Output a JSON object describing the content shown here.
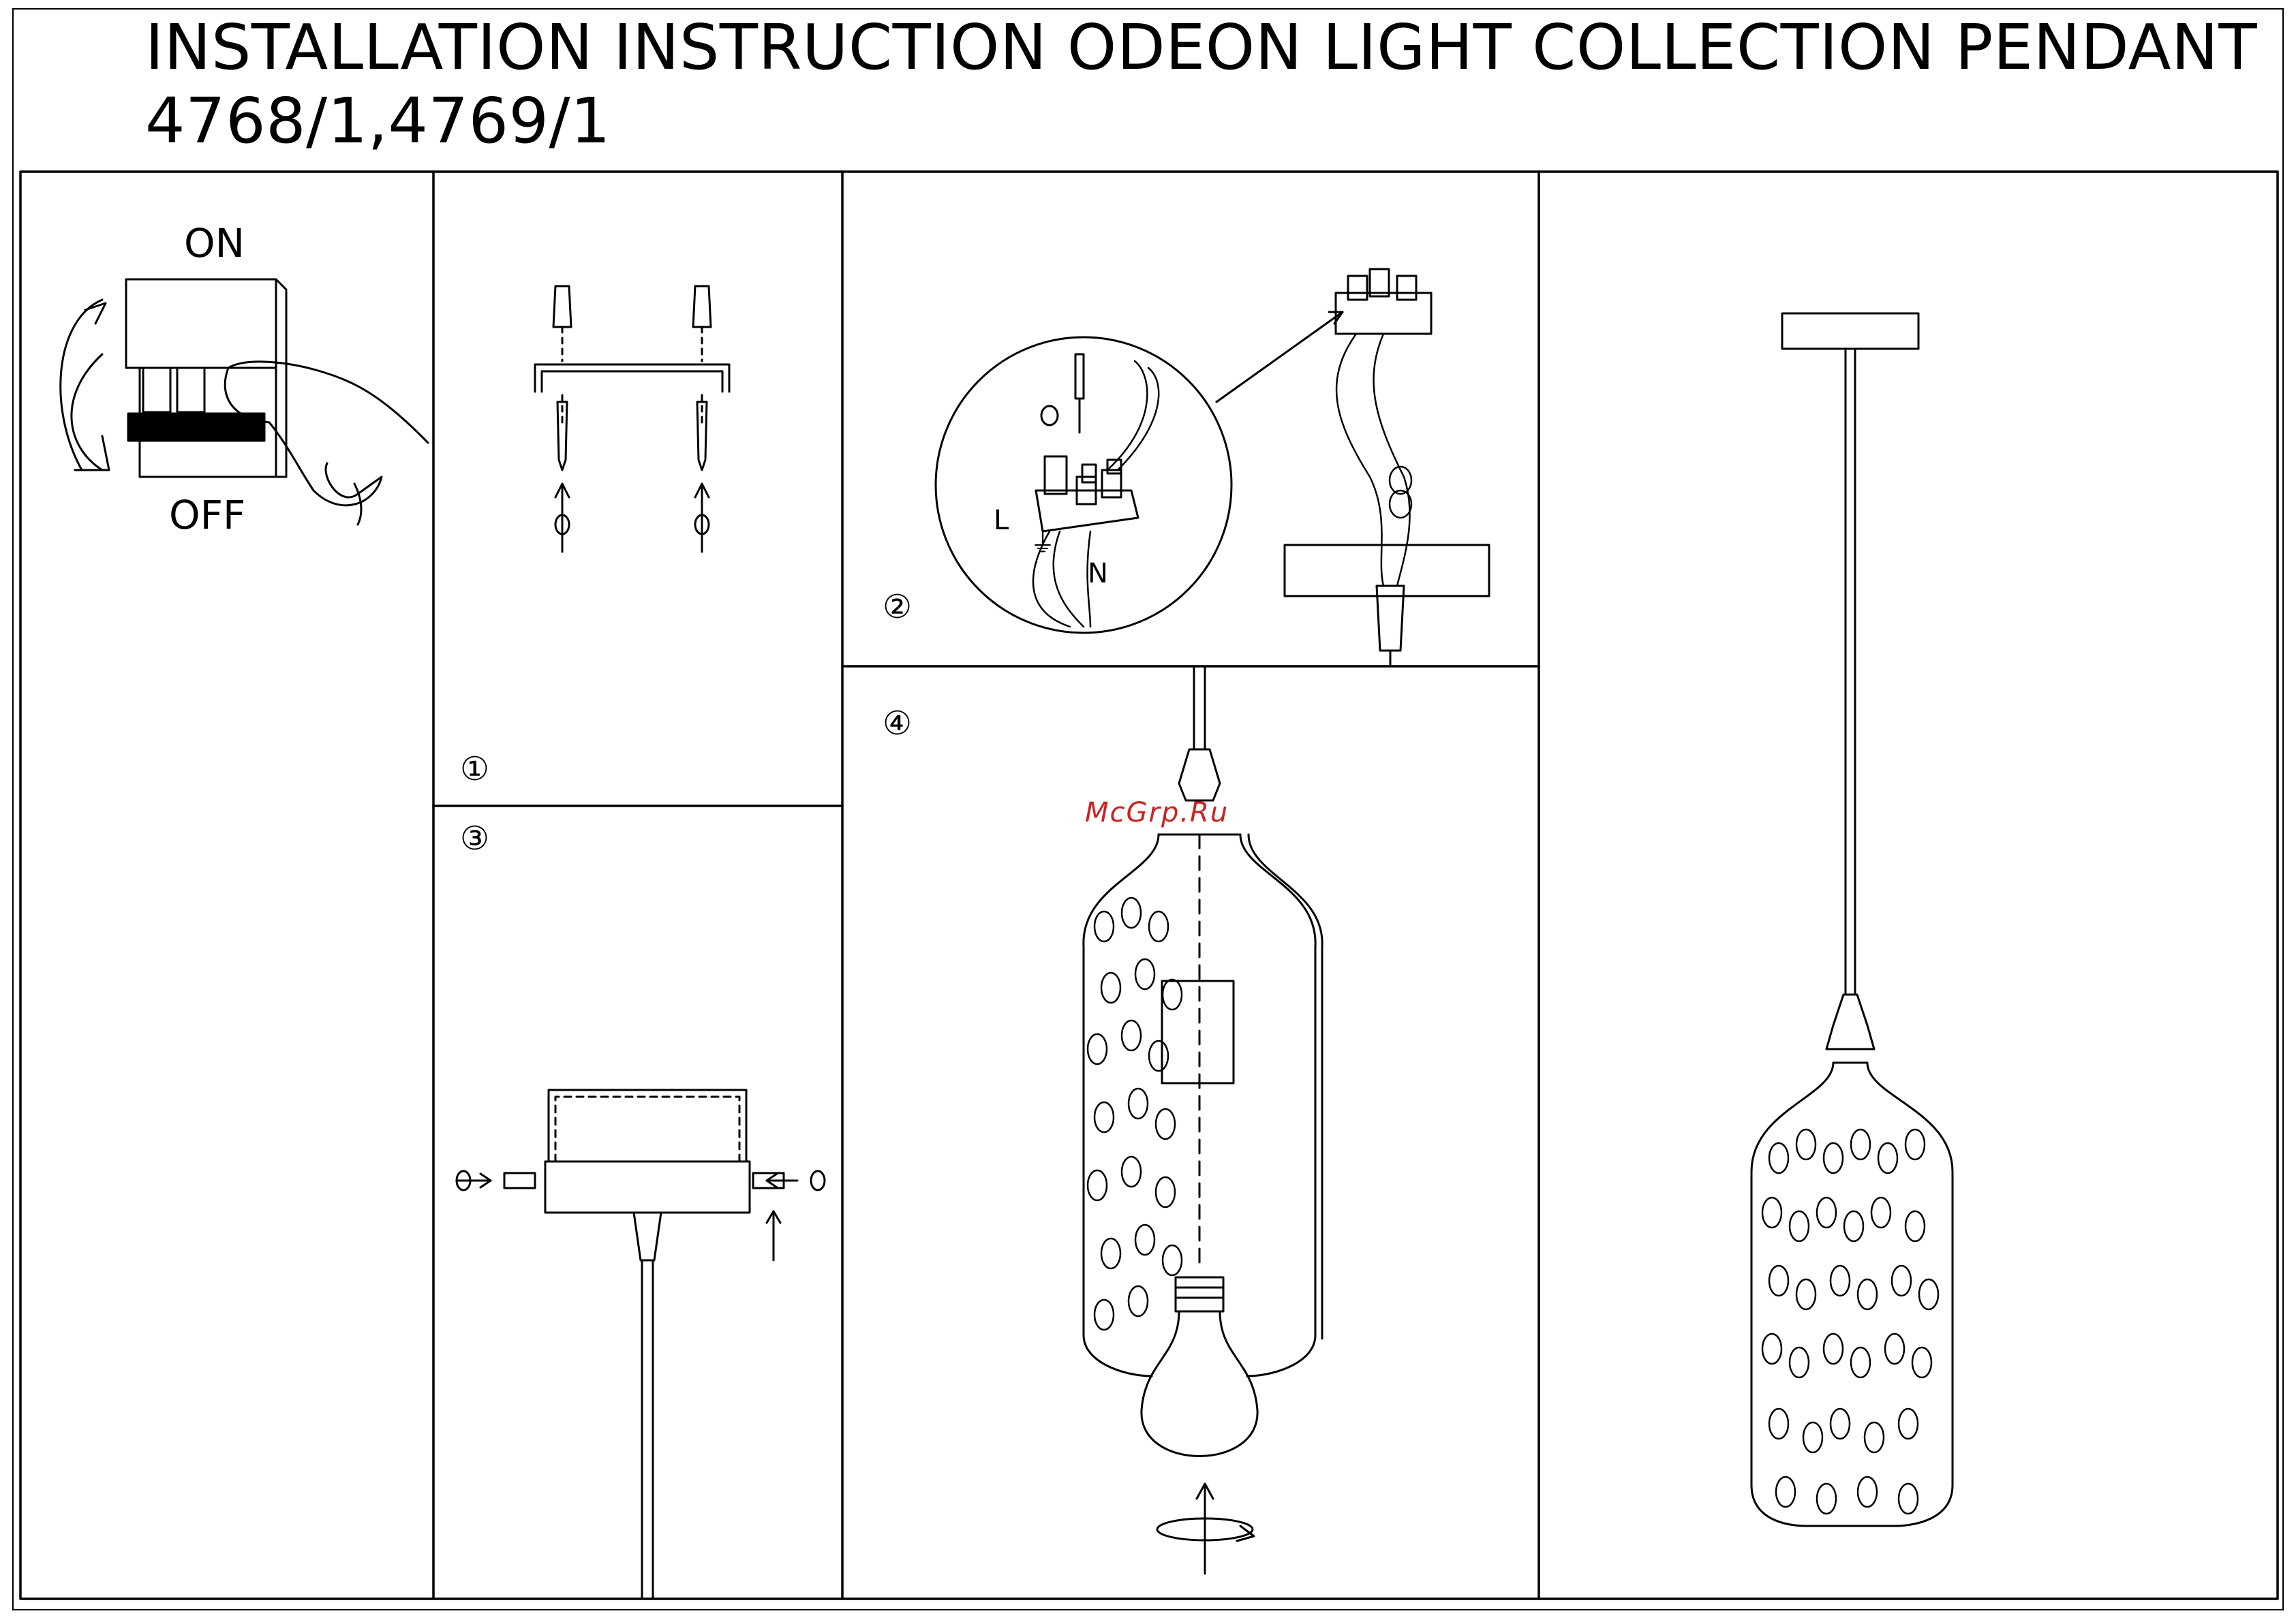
{
  "document": {
    "title_line1": "INSTALLATION INSTRUCTION ODEON LIGHT COLLECTION PENDANT",
    "title_line2": "4768/1,4769/1"
  },
  "switch": {
    "on_label": "ON",
    "off_label": "OFF"
  },
  "steps": [
    {
      "marker": "①"
    },
    {
      "marker": "②"
    },
    {
      "marker": "③"
    },
    {
      "marker": "④"
    }
  ],
  "wiring": {
    "live_label": "L",
    "earth_label": "⏚",
    "neutral_label": "N"
  },
  "watermark": "McGrp.Ru"
}
